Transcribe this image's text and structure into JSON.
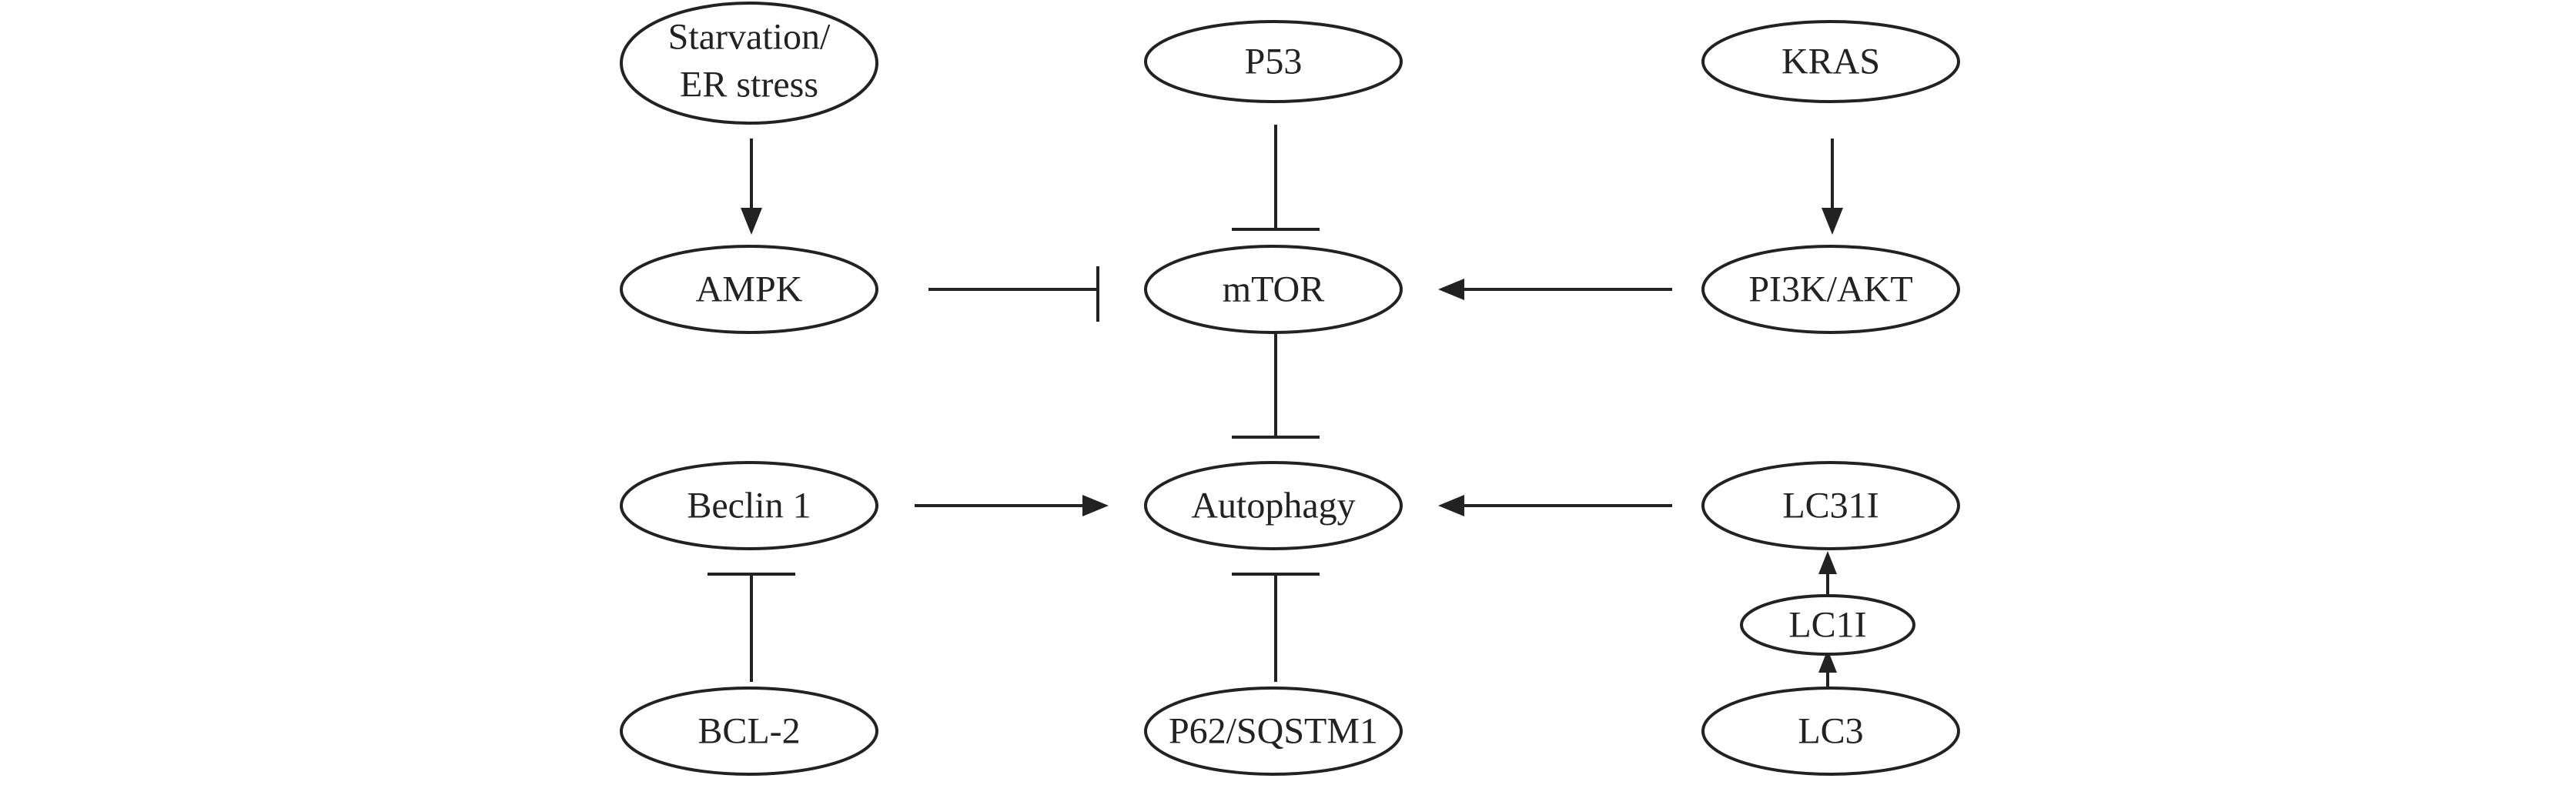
{
  "nodes": {
    "starvation": {
      "lines": [
        "Starvation/",
        "ER stress"
      ]
    },
    "p53": {
      "label": "P53"
    },
    "kras": {
      "label": "KRAS"
    },
    "ampk": {
      "label": "AMPK"
    },
    "mtor": {
      "label": "mTOR"
    },
    "pi3k_akt": {
      "label": "PI3K/AKT"
    },
    "beclin1": {
      "label": "Beclin 1"
    },
    "autophagy": {
      "label": "Autophagy"
    },
    "lc31i": {
      "label": "LC31I"
    },
    "lc1i": {
      "label": "LC1I"
    },
    "bcl2": {
      "label": "BCL-2"
    },
    "p62": {
      "label": "P62/SQSTM1"
    },
    "lc3": {
      "label": "LC3"
    }
  },
  "edges": [
    {
      "from": "Starvation/ER stress",
      "to": "AMPK",
      "type": "activation"
    },
    {
      "from": "P53",
      "to": "mTOR",
      "type": "inhibition"
    },
    {
      "from": "KRAS",
      "to": "PI3K/AKT",
      "type": "activation"
    },
    {
      "from": "AMPK",
      "to": "mTOR",
      "type": "inhibition"
    },
    {
      "from": "PI3K/AKT",
      "to": "mTOR",
      "type": "activation"
    },
    {
      "from": "mTOR",
      "to": "Autophagy",
      "type": "inhibition"
    },
    {
      "from": "Beclin 1",
      "to": "Autophagy",
      "type": "activation"
    },
    {
      "from": "LC31I",
      "to": "Autophagy",
      "type": "activation"
    },
    {
      "from": "BCL-2",
      "to": "Beclin 1",
      "type": "inhibition"
    },
    {
      "from": "P62/SQSTM1",
      "to": "Autophagy",
      "type": "inhibition"
    },
    {
      "from": "LC1I",
      "to": "LC31I",
      "type": "activation"
    },
    {
      "from": "LC3",
      "to": "LC1I",
      "type": "activation"
    }
  ]
}
